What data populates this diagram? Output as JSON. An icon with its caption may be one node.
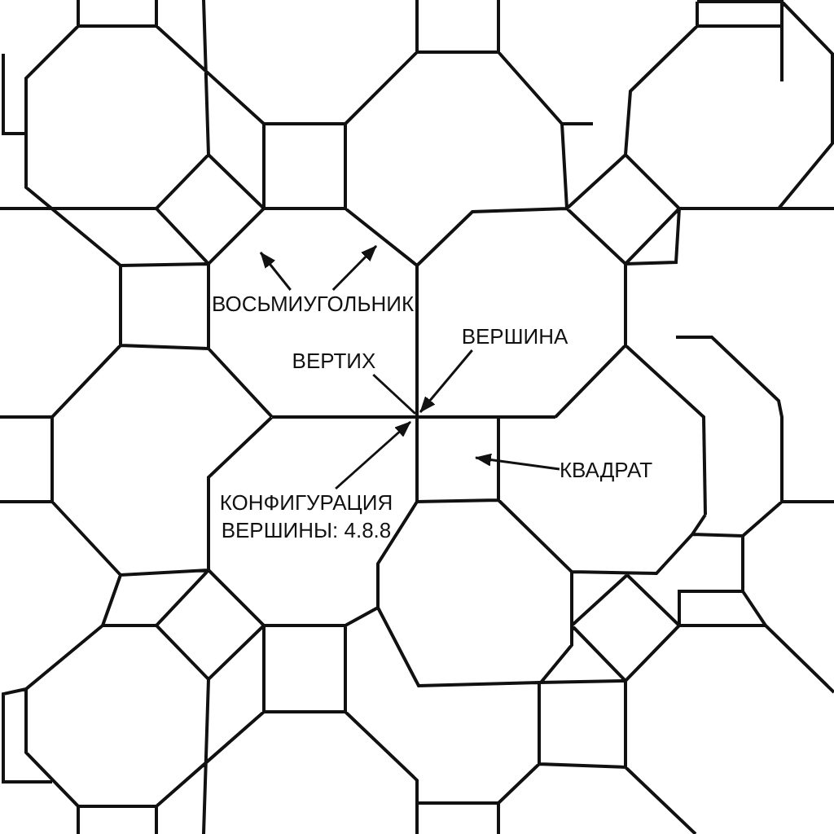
{
  "diagram": {
    "nodes": [
      {
        "text": [
          "ВОСЬМИУГОЛЬНИК"
        ]
      },
      {
        "text": [
          "ВЕРШИНА"
        ]
      },
      {
        "text": [
          "ВЕРТИХ"
        ]
      },
      {
        "text": [
          "КВАДРАТ"
        ]
      },
      {
        "text": [
          "КОНФИГУРАЦИЯ ВЕРШИНЫ: 4.8.8"
        ]
      }
    ],
    "edges": [
      {
        "from": 0,
        "to": null,
        "arrow": "to"
      },
      {
        "from": 0,
        "to": null,
        "arrow": "to"
      },
      {
        "from": 1,
        "to": null,
        "arrow": "to"
      },
      {
        "from": 2,
        "to": null,
        "arrow": "none"
      },
      {
        "from": 3,
        "to": null,
        "arrow": "to"
      },
      {
        "from": 4,
        "to": null,
        "arrow": "to"
      }
    ]
  }
}
